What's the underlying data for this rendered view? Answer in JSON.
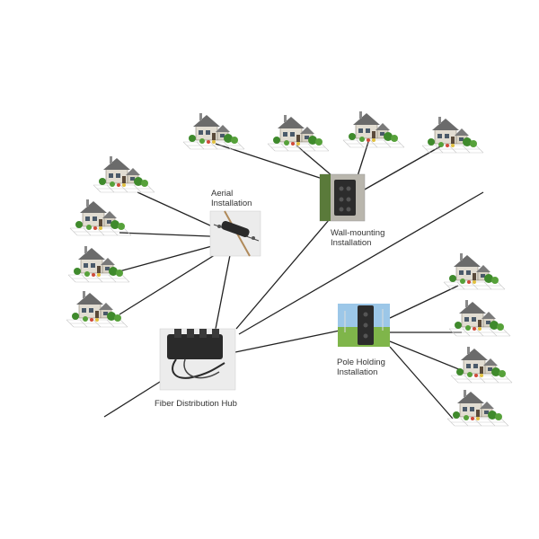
{
  "labels": {
    "aerial_line1": "Aerial",
    "aerial_line2": "Installation",
    "wall_line1": "Wall-mounting",
    "wall_line2": "Installation",
    "pole_line1": "Pole Holding",
    "pole_line2": "Installation",
    "hub": "Fiber Distribution Hub"
  },
  "icons": {
    "house": "house-icon",
    "aerial_closure": "aerial-splice-closure-icon",
    "wall_box": "wall-mount-terminal-icon",
    "pole_box": "pole-mount-terminal-icon",
    "hub": "fiber-distribution-hub-icon"
  },
  "colors": {
    "line": "#222222",
    "roof": "#6b6b6b",
    "wall": "#e2ddd2",
    "tree": "#3f8a2c",
    "grass_sky": "#9cc7e8",
    "grass": "#7fb54a"
  }
}
